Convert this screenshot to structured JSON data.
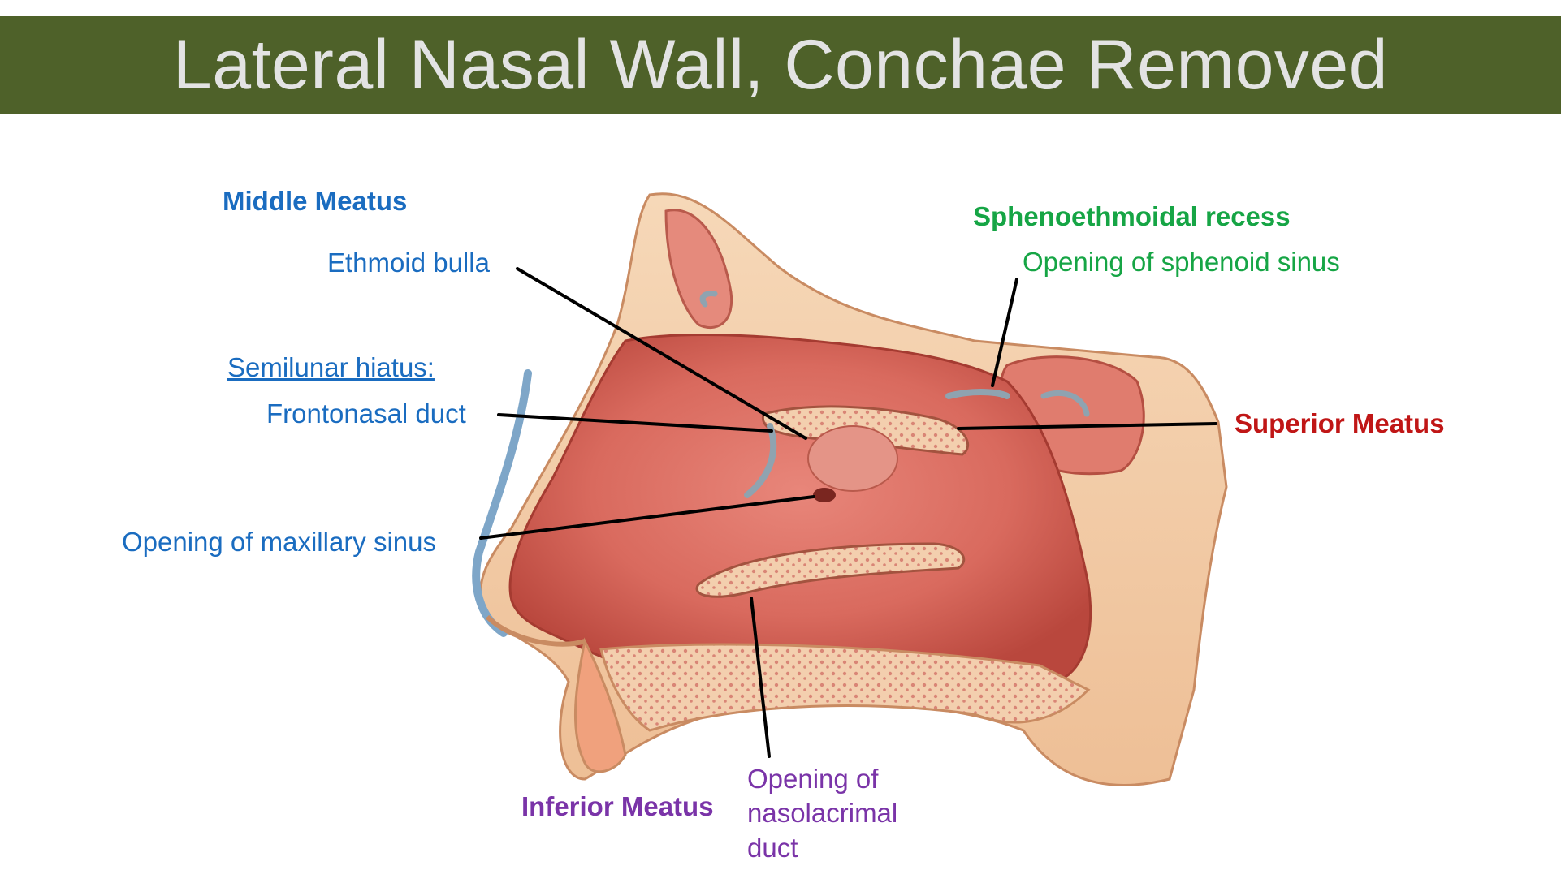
{
  "title": "Lateral Nasal Wall, Conchae Removed",
  "colors": {
    "title_bar": "#4e6129",
    "title_text": "#e3e3e3",
    "middle_meatus": "#1a6cc0",
    "sphenoethmoidal": "#16a545",
    "superior_meatus": "#c01616",
    "inferior_meatus": "#7a34a8",
    "leader_line": "#000000"
  },
  "labels": {
    "middle_meatus": "Middle Meatus",
    "ethmoid_bulla": "Ethmoid bulla",
    "semilunar_hiatus": "Semilunar hiatus:",
    "frontonasal_duct": "Frontonasal duct",
    "opening_maxillary": "Opening of maxillary sinus",
    "sphenoethmoidal_recess": "Sphenoethmoidal recess",
    "opening_sphenoid": "Opening of sphenoid sinus",
    "superior_meatus": "Superior Meatus",
    "inferior_meatus": "Inferior Meatus",
    "nasolacrimal_line1": "Opening of",
    "nasolacrimal_line2": "nasolacrimal",
    "nasolacrimal_line3": "duct"
  },
  "illustration": {
    "icon": "sagittal-nasal-cavity-illustration"
  }
}
